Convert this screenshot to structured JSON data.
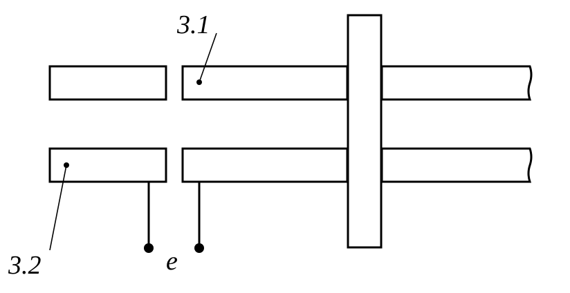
{
  "labels": {
    "upper_plate": "3.1",
    "lower_plate": "3.2",
    "terminals": "e"
  },
  "colors": {
    "stroke": "#000000",
    "background": "#ffffff"
  }
}
